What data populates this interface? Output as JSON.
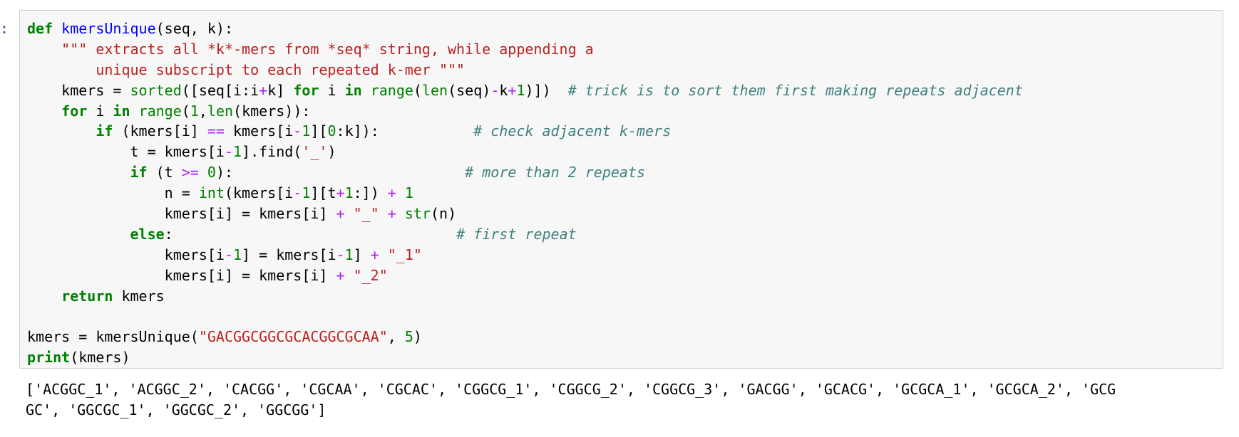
{
  "prompt": ":",
  "colors": {
    "keyword": "#008000",
    "function_name": "#0000ff",
    "builtin": "#008000",
    "string": "#ba2121",
    "number": "#008000",
    "operator": "#aa22ff",
    "comment": "#408080",
    "input_background": "#f7f7f7",
    "input_border": "#cfcfcf"
  },
  "code_lines": [
    [
      [
        "kw",
        "def"
      ],
      [
        "txt",
        " "
      ],
      [
        "fn",
        "kmersUnique"
      ],
      [
        "txt",
        "(seq, k):"
      ]
    ],
    [
      [
        "txt",
        "    "
      ],
      [
        "str",
        "\"\"\" extracts all *k*-mers from *seq* string, while appending a"
      ]
    ],
    [
      [
        "str",
        "        unique subscript to each repeated k-mer \"\"\""
      ]
    ],
    [
      [
        "txt",
        "    kmers "
      ],
      [
        "txt",
        "="
      ],
      [
        "txt",
        " "
      ],
      [
        "bi",
        "sorted"
      ],
      [
        "txt",
        "([seq[i:i"
      ],
      [
        "op",
        "+"
      ],
      [
        "txt",
        "k] "
      ],
      [
        "kw",
        "for"
      ],
      [
        "txt",
        " i "
      ],
      [
        "kw",
        "in"
      ],
      [
        "txt",
        " "
      ],
      [
        "bi",
        "range"
      ],
      [
        "txt",
        "("
      ],
      [
        "bi",
        "len"
      ],
      [
        "txt",
        "(seq)"
      ],
      [
        "op",
        "-"
      ],
      [
        "txt",
        "k"
      ],
      [
        "op",
        "+"
      ],
      [
        "num",
        "1"
      ],
      [
        "txt",
        ")])  "
      ],
      [
        "com",
        "# trick is to sort them first making repeats adjacent"
      ]
    ],
    [
      [
        "txt",
        "    "
      ],
      [
        "kw",
        "for"
      ],
      [
        "txt",
        " i "
      ],
      [
        "kw",
        "in"
      ],
      [
        "txt",
        " "
      ],
      [
        "bi",
        "range"
      ],
      [
        "txt",
        "("
      ],
      [
        "num",
        "1"
      ],
      [
        "txt",
        ","
      ],
      [
        "bi",
        "len"
      ],
      [
        "txt",
        "(kmers)):"
      ]
    ],
    [
      [
        "txt",
        "        "
      ],
      [
        "kw",
        "if"
      ],
      [
        "txt",
        " (kmers[i] "
      ],
      [
        "op",
        "=="
      ],
      [
        "txt",
        " kmers[i"
      ],
      [
        "op",
        "-"
      ],
      [
        "num",
        "1"
      ],
      [
        "txt",
        "]["
      ],
      [
        "num",
        "0"
      ],
      [
        "txt",
        ":k]):           "
      ],
      [
        "com",
        "# check adjacent k-mers"
      ]
    ],
    [
      [
        "txt",
        "            t "
      ],
      [
        "txt",
        "="
      ],
      [
        "txt",
        " kmers[i"
      ],
      [
        "op",
        "-"
      ],
      [
        "num",
        "1"
      ],
      [
        "txt",
        "].find("
      ],
      [
        "str",
        "'_'"
      ],
      [
        "txt",
        ")"
      ]
    ],
    [
      [
        "txt",
        "            "
      ],
      [
        "kw",
        "if"
      ],
      [
        "txt",
        " (t "
      ],
      [
        "op",
        ">="
      ],
      [
        "txt",
        " "
      ],
      [
        "num",
        "0"
      ],
      [
        "txt",
        "):                           "
      ],
      [
        "com",
        "# more than 2 repeats"
      ]
    ],
    [
      [
        "txt",
        "                n "
      ],
      [
        "txt",
        "="
      ],
      [
        "txt",
        " "
      ],
      [
        "bi",
        "int"
      ],
      [
        "txt",
        "(kmers[i"
      ],
      [
        "op",
        "-"
      ],
      [
        "num",
        "1"
      ],
      [
        "txt",
        "][t"
      ],
      [
        "op",
        "+"
      ],
      [
        "num",
        "1"
      ],
      [
        "txt",
        ":]) "
      ],
      [
        "op",
        "+"
      ],
      [
        "txt",
        " "
      ],
      [
        "num",
        "1"
      ]
    ],
    [
      [
        "txt",
        "                kmers[i] "
      ],
      [
        "txt",
        "="
      ],
      [
        "txt",
        " kmers[i] "
      ],
      [
        "op",
        "+"
      ],
      [
        "txt",
        " "
      ],
      [
        "str",
        "\"_\""
      ],
      [
        "txt",
        " "
      ],
      [
        "op",
        "+"
      ],
      [
        "txt",
        " "
      ],
      [
        "bi",
        "str"
      ],
      [
        "txt",
        "(n)"
      ]
    ],
    [
      [
        "txt",
        "            "
      ],
      [
        "kw",
        "else"
      ],
      [
        "txt",
        ":                                 "
      ],
      [
        "com",
        "# first repeat"
      ]
    ],
    [
      [
        "txt",
        "                kmers[i"
      ],
      [
        "op",
        "-"
      ],
      [
        "num",
        "1"
      ],
      [
        "txt",
        "] "
      ],
      [
        "txt",
        "="
      ],
      [
        "txt",
        " kmers[i"
      ],
      [
        "op",
        "-"
      ],
      [
        "num",
        "1"
      ],
      [
        "txt",
        "] "
      ],
      [
        "op",
        "+"
      ],
      [
        "txt",
        " "
      ],
      [
        "str",
        "\"_1\""
      ]
    ],
    [
      [
        "txt",
        "                kmers[i] "
      ],
      [
        "txt",
        "="
      ],
      [
        "txt",
        " kmers[i] "
      ],
      [
        "op",
        "+"
      ],
      [
        "txt",
        " "
      ],
      [
        "str",
        "\"_2\""
      ]
    ],
    [
      [
        "txt",
        "    "
      ],
      [
        "kw",
        "return"
      ],
      [
        "txt",
        " kmers"
      ]
    ],
    [
      [
        "txt",
        ""
      ]
    ],
    [
      [
        "txt",
        "kmers "
      ],
      [
        "txt",
        "="
      ],
      [
        "txt",
        " kmersUnique("
      ],
      [
        "str",
        "\"GACGGCGGCGCACGGCGCAA\""
      ],
      [
        "txt",
        ", "
      ],
      [
        "num",
        "5"
      ],
      [
        "txt",
        ")"
      ]
    ],
    [
      [
        "kw",
        "print"
      ],
      [
        "txt",
        "(kmers)"
      ]
    ]
  ],
  "output_lines": [
    "['ACGGC_1', 'ACGGC_2', 'CACGG', 'CGCAA', 'CGCAC', 'CGGCG_1', 'CGGCG_2', 'CGGCG_3', 'GACGG', 'GCACG', 'GCGCA_1', 'GCGCA_2', 'GCG",
    "GC', 'GGCGC_1', 'GGCGC_2', 'GGCGG']"
  ]
}
